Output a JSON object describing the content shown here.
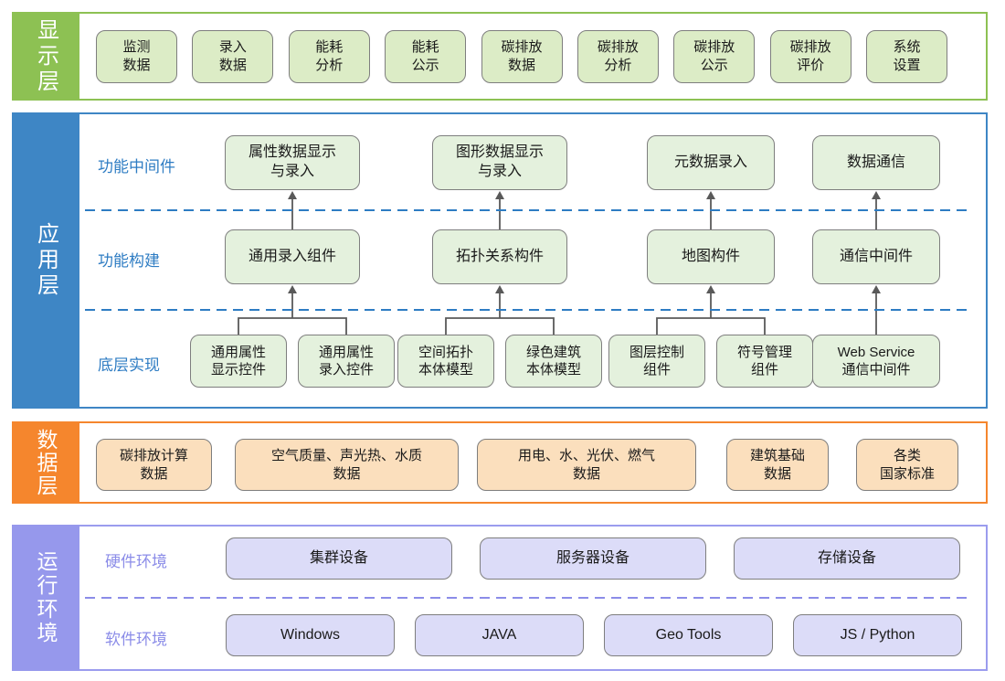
{
  "colors": {
    "display_accent": "#8dc153",
    "app_accent": "#3e86c5",
    "data_accent": "#f5862d",
    "runtime_accent": "#9698ec",
    "green_box_fill": "#dcecc6",
    "app_box_fill": "#e4f1dd",
    "orange_box_fill": "#fbdfbd",
    "purple_box_fill": "#dcdcf8",
    "box_border": "#7e7e7e",
    "connector": "#595959",
    "app_label_text": "#2e7cc3",
    "runtime_label_text": "#8b8ce8"
  },
  "layers": {
    "display": {
      "title": "显示层",
      "boxes": [
        "监测\n数据",
        "录入\n数据",
        "能耗\n分析",
        "能耗\n公示",
        "碳排放\n数据",
        "碳排放\n分析",
        "碳排放\n公示",
        "碳排放\n评价",
        "系统\n设置"
      ]
    },
    "app": {
      "title": "应用层",
      "rows": [
        {
          "label": "功能中间件",
          "boxes": [
            "属性数据显示\n与录入",
            "图形数据显示\n与录入",
            "元数据录入",
            "数据通信"
          ]
        },
        {
          "label": "功能构建",
          "boxes": [
            "通用录入组件",
            "拓扑关系构件",
            "地图构件",
            "通信中间件"
          ]
        },
        {
          "label": "底层实现",
          "boxes": [
            "通用属性\n显示控件",
            "通用属性\n录入控件",
            "空间拓扑\n本体模型",
            "绿色建筑\n本体模型",
            "图层控制\n组件",
            "符号管理\n组件",
            "Web Service\n通信中间件"
          ]
        }
      ]
    },
    "data": {
      "title": "数据层",
      "boxes": [
        "碳排放计算\n数据",
        "空气质量、声光热、水质\n数据",
        "用电、水、光伏、燃气\n数据",
        "建筑基础\n数据",
        "各类\n国家标准"
      ]
    },
    "runtime": {
      "title": "运行环境",
      "rows": [
        {
          "label": "硬件环境",
          "boxes": [
            "集群设备",
            "服务器设备",
            "存储设备"
          ]
        },
        {
          "label": "软件环境",
          "boxes": [
            "Windows",
            "JAVA",
            "Geo Tools",
            "JS / Python"
          ]
        }
      ]
    }
  }
}
